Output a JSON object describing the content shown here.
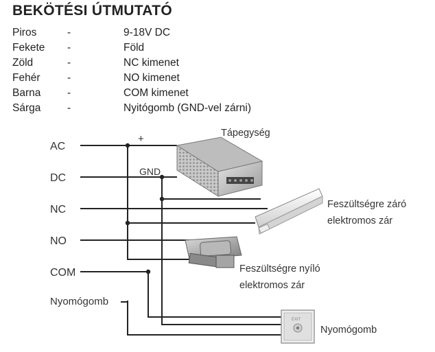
{
  "title": "BEKÖTÉSI ÚTMUTATÓ",
  "legend": [
    {
      "color": "Piros",
      "dash": "-",
      "desc": "9-18V DC"
    },
    {
      "color": "Fekete",
      "dash": "-",
      "desc": "Föld"
    },
    {
      "color": "Zöld",
      "dash": "-",
      "desc": "NC kimenet"
    },
    {
      "color": "Fehér",
      "dash": "-",
      "desc": "NO kimenet"
    },
    {
      "color": "Barna",
      "dash": "-",
      "desc": "COM kimenet"
    },
    {
      "color": "Sárga",
      "dash": "-",
      "desc": "Nyitógomb (GND-vel zárni)"
    }
  ],
  "diagram": {
    "terminals": {
      "ac": "AC",
      "dc": "DC",
      "nc": "NC",
      "no": "NO",
      "com": "COM",
      "button": "Nyomógomb"
    },
    "plus_sign": "+",
    "gnd_label": "GND",
    "power_supply_label": "Tápegység",
    "fail_secure_lock_line1": "Feszültségre záró",
    "fail_secure_lock_line2": "elektromos zár",
    "fail_open_lock_line1": "Feszültségre nyíló",
    "fail_open_lock_line2": "elektromos zár",
    "push_button_label": "Nyomógomb"
  }
}
